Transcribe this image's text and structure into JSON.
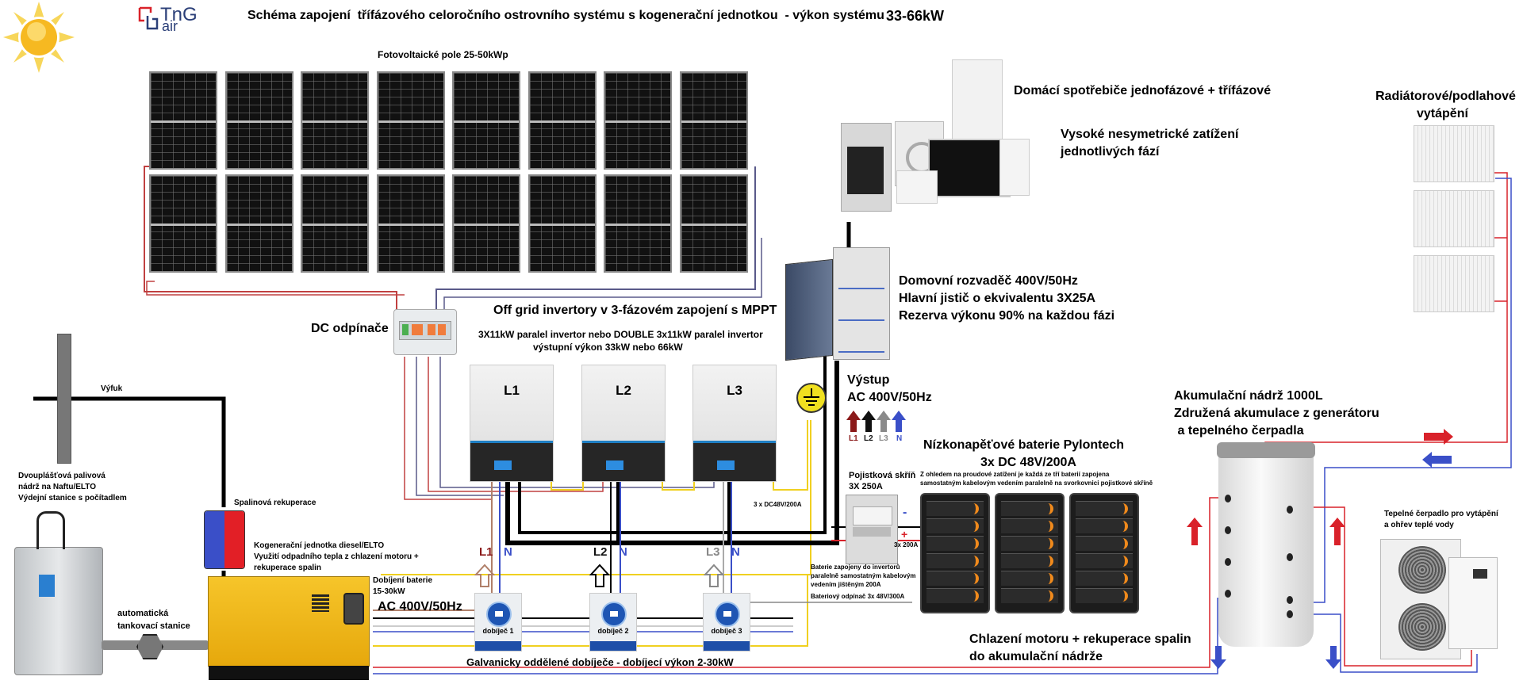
{
  "header": {
    "logo_text": "TnG",
    "logo_sub": "air",
    "title": "Schéma zapojení  třífázového celoročního ostrovního systému s kogenerační jednotkou  - výkon systému",
    "power": "33-66kW"
  },
  "icons": {
    "sun": "sun-icon",
    "ground": "ground-icon"
  },
  "pv": {
    "label": "Fotovoltaické pole 25-50kWp",
    "rows": 2,
    "columns": 8
  },
  "dc_switch": {
    "label": "DC odpínače"
  },
  "inverters": {
    "title": "Off grid invertory v 3-fázovém zapojení s MPPT",
    "subtitle_line1": "3X11kW paralel invertor nebo DOUBLE 3x11kW paralel invertor",
    "subtitle_line2": "výstupní výkon 33kW nebo 66kW",
    "units": [
      {
        "name": "L1"
      },
      {
        "name": "L2"
      },
      {
        "name": "L3"
      }
    ]
  },
  "appliances": {
    "line1": "Domácí spotřebiče jednofázové + třífázové",
    "line2": "Vysoké nesymetrické zatížení",
    "line3": "jednotlivých fází"
  },
  "distribution_board": {
    "line1": "Domovní rozvaděč 400V/50Hz",
    "line2": "Hlavní jistič o ekvivalentu 3X25A",
    "line3": "Rezerva výkonu 90% na každou fázi"
  },
  "output": {
    "line1": "Výstup",
    "line2": "AC 400V/50Hz",
    "phases": [
      {
        "label": "L1",
        "color": "#8b1a1a"
      },
      {
        "label": "L2",
        "color": "#111111"
      },
      {
        "label": "L3",
        "color": "#8a8a8a"
      },
      {
        "label": "N",
        "color": "#3a4fc8"
      }
    ]
  },
  "batteries": {
    "title_line1": "Nízkonapěťové baterie Pylontech",
    "title_line2": "3x DC 48V/200A",
    "note_line1": "Z ohledem na proudové zatížení je každá ze tří baterií zapojena",
    "note_line2": "samostatným kabelovým vedením paralelně na svorkovnici pojistkové skříně",
    "count": 3
  },
  "fuse_box": {
    "line1": "Pojistková skříň",
    "line2": "3X 250A",
    "minus": "-",
    "plus": "+",
    "current": "3x 200A",
    "dc_label": "3 x DC48V/200A",
    "note_line1": "Baterie zapojeny do invertorů",
    "note_line2": "paralelně samostatným kabelovým",
    "note_line3": "vedením jištěným 200A",
    "note_line4": "Bateriový odpínač 3x 48V/300A"
  },
  "exhaust": {
    "label": "Výfuk"
  },
  "flue_recuperation": {
    "label": "Spalinová rekuperace"
  },
  "fuel_tank": {
    "line1": "Dvouplášťová palivová",
    "line2": "nádrž na Naftu/ELTO",
    "line3": "Výdejní stanice s počítadlem"
  },
  "refuel_station": {
    "line1": "automatická",
    "line2": "tankovací stanice"
  },
  "cogeneration": {
    "line1": "Kogenerační jednotka diesel/ELTO",
    "line2": "Využití odpadního tepla z chlazení motoru +",
    "line3": "rekuperace spalin",
    "charging_line1": "Dobíjení baterie",
    "charging_line2": "15-30kW",
    "ac_label": "AC 400V/50Hz"
  },
  "chargers": {
    "units": [
      {
        "name": "dobíječ 1",
        "phase": "L1",
        "neutral": "N"
      },
      {
        "name": "dobíječ 2",
        "phase": "L2",
        "neutral": "N"
      },
      {
        "name": "dobíječ 3",
        "phase": "L3",
        "neutral": "N"
      }
    ],
    "caption": "Galvanicky oddělené dobíječe - dobíjecí výkon 2-30kW"
  },
  "cooling": {
    "line1": "Chlazení motoru + rekuperace spalin",
    "line2": "do akumulační nádrže"
  },
  "storage_tank": {
    "line1": "Akumulační nádrž 1000L",
    "line2": "Združená akumulace z generátoru",
    "line3": " a tepelného čerpadla"
  },
  "radiators": {
    "line1": "Radiátorové/podlahové",
    "line2": "vytápění"
  },
  "heat_pump": {
    "line1": "Tepelné čerpadlo pro vytápění",
    "line2": "a ohřev teplé vody"
  },
  "colors": {
    "red_pipe": "#d9222a",
    "blue_pipe": "#3a4fc8",
    "phase_l1": "#8b1a1a",
    "yellow_wire": "#f0d020",
    "generator": "#f2b90f"
  }
}
